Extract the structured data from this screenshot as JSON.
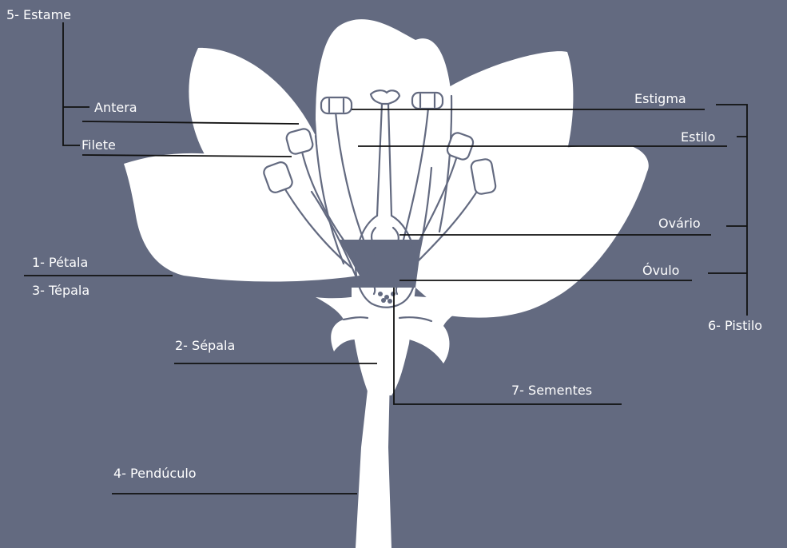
{
  "colors": {
    "background": "#636a80",
    "flower": "#ffffff",
    "lines": "#111111",
    "text": "#ffffff"
  },
  "labels": {
    "estame": "5- Estame",
    "antera": "Antera",
    "filete": "Filete",
    "petala": "1- Pétala",
    "tepala": "3- Tépala",
    "sepala": "2- Sépala",
    "penduculo": "4- Pendúculo",
    "estigma": "Estigma",
    "estilo": "Estilo",
    "ovario": "Ovário",
    "ovulo": "Óvulo",
    "pistilo": "6- Pistilo",
    "sementes": "7- Sementes"
  }
}
